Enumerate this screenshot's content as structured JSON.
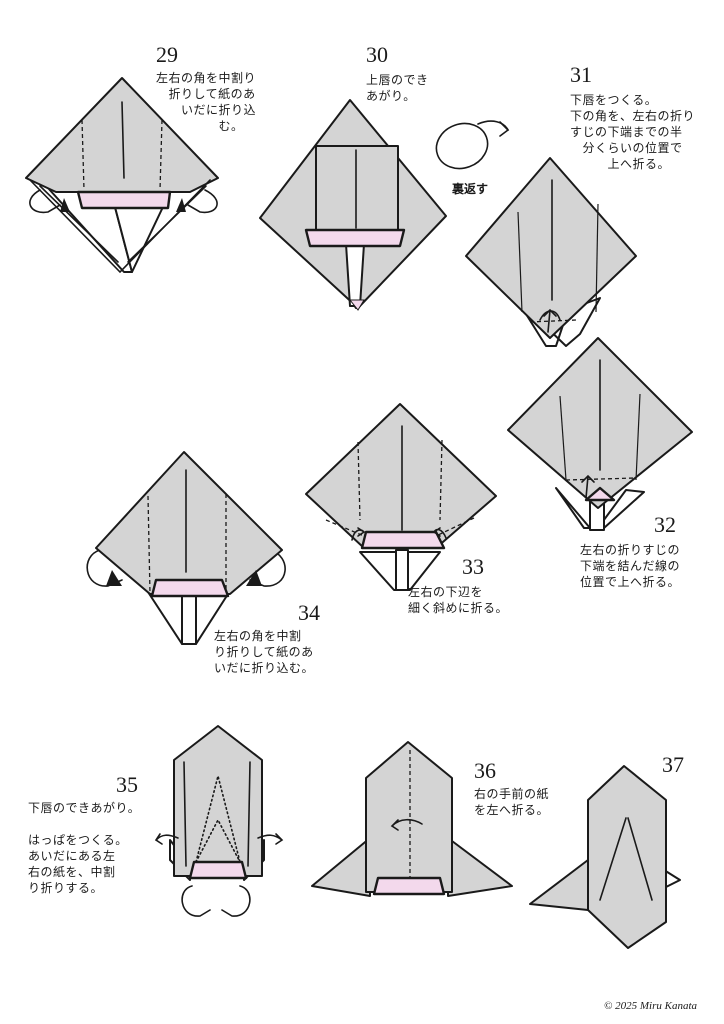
{
  "steps": [
    {
      "num": "29",
      "text": "左右の角を中割り\n　折りして紙のあ\n　　いだに折り込\n　　　　　む。"
    },
    {
      "num": "30",
      "text": "上唇のでき\nあがり。"
    },
    {
      "num": "31",
      "text": "下唇をつくる。\n下の角を、左右の折り\nすじの下端までの半\n　分くらいの位置で\n　　　上へ折る。"
    },
    {
      "num": "32",
      "text": "左右の折りすじの\n下端を結んだ線の\n位置で上へ折る。"
    },
    {
      "num": "33",
      "text": "左右の下辺を\n細く斜めに折る。"
    },
    {
      "num": "34",
      "text": "左右の角を中割\nり折りして紙のあ\nいだに折り込む。"
    },
    {
      "num": "35",
      "text": "下唇のできあがり。\n\nはっぱをつくる。\nあいだにある左\n右の紙を、中割\nり折りする。"
    },
    {
      "num": "36",
      "text": "右の手前の紙\nを左へ折る。"
    },
    {
      "num": "37",
      "text": ""
    }
  ],
  "turn_over": "裏返す",
  "copyright": "© 2025 Miru Kanata",
  "colors": {
    "paper": "#d4d4d4",
    "pink": "#f3d9ec",
    "ink": "#1a1a1a"
  }
}
